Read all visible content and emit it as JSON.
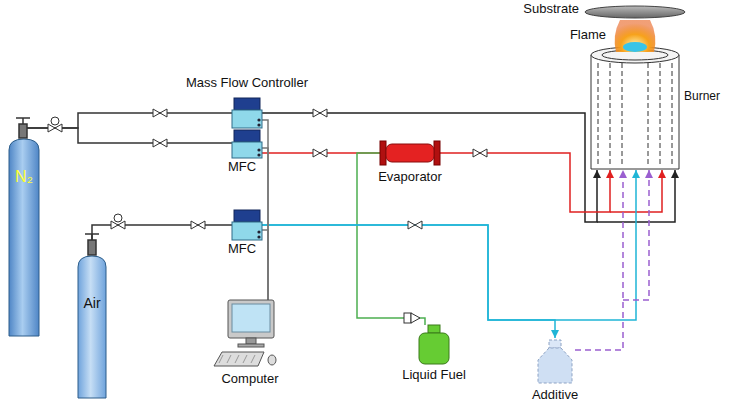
{
  "diagram": {
    "nodes": [
      {
        "text": [
          "N₂"
        ]
      },
      {
        "text": [
          "Air"
        ]
      },
      {
        "text": [
          "Mass Flow Controller"
        ]
      },
      {
        "text": [
          "MFC"
        ]
      },
      {
        "text": [
          "MFC"
        ]
      },
      {
        "text": [
          "Computer"
        ]
      },
      {
        "text": [
          "Evaporator"
        ]
      },
      {
        "text": [
          "Liquid Fuel"
        ]
      },
      {
        "text": [
          "Additive"
        ]
      },
      {
        "text": [
          "Burner"
        ]
      },
      {
        "text": [
          "Flame"
        ]
      },
      {
        "text": [
          "Substrate"
        ]
      }
    ],
    "edges": [
      {
        "from": 0,
        "to": 2,
        "arrow": "none"
      },
      {
        "from": 0,
        "to": 3,
        "arrow": "none"
      },
      {
        "from": 1,
        "to": 4,
        "arrow": "none"
      },
      {
        "from": 2,
        "to": 9,
        "arrow": "to"
      },
      {
        "from": 3,
        "to": 6,
        "arrow": "none"
      },
      {
        "from": 6,
        "to": 9,
        "arrow": "to"
      },
      {
        "from": 7,
        "to": 6,
        "arrow": "none"
      },
      {
        "from": 4,
        "to": 9,
        "arrow": "to"
      },
      {
        "from": 4,
        "to": 8,
        "arrow": "to"
      },
      {
        "from": 8,
        "to": 9,
        "arrow": "to"
      },
      {
        "from": 5,
        "to": 2,
        "arrow": "none"
      },
      {
        "from": 5,
        "to": 3,
        "arrow": "none"
      },
      {
        "from": 5,
        "to": 4,
        "arrow": "none"
      }
    ]
  }
}
